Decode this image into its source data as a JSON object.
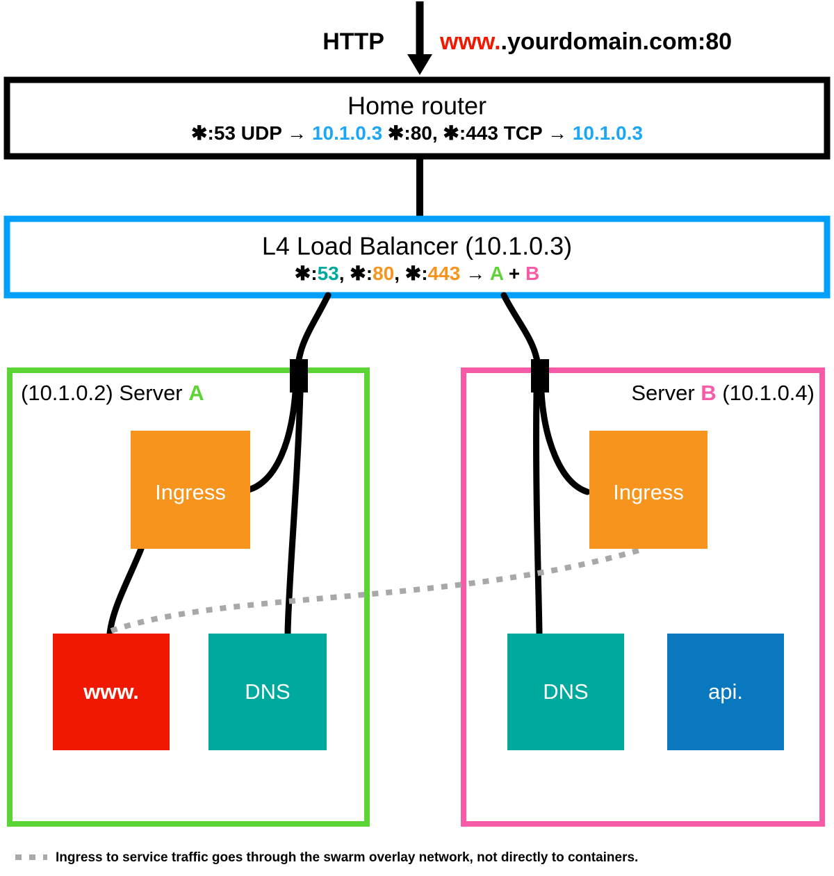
{
  "ingress_flow": {
    "protocol_label": "HTTP",
    "url_prefix": "www.",
    "url_rest": ".yourdomain.com:80",
    "arrow_icon": "down-arrow-icon"
  },
  "router": {
    "title": "Home router",
    "rules": [
      {
        "ports": "✱:53 UDP → ",
        "target": "10.1.0.3"
      },
      {
        "ports": "✱:80, ✱:443 TCP → ",
        "target": "10.1.0.3"
      }
    ],
    "rules_gap": "  "
  },
  "load_balancer": {
    "title": "L4 Load Balancer (10.1.0.3)",
    "rule_parts": [
      {
        "text": "✱:",
        "color_key": "black"
      },
      {
        "text": "53",
        "color_key": "teal"
      },
      {
        "text": ", ✱:",
        "color_key": "black"
      },
      {
        "text": "80",
        "color_key": "orange"
      },
      {
        "text": ", ✱:",
        "color_key": "black"
      },
      {
        "text": "443",
        "color_key": "orange"
      },
      {
        "text": " → ",
        "color_key": "black"
      },
      {
        "text": "A",
        "color_key": "green"
      },
      {
        "text": " + ",
        "color_key": "black"
      },
      {
        "text": "B",
        "color_key": "pink"
      }
    ]
  },
  "servers": [
    {
      "id": "server-a",
      "name": "Server",
      "letter": "A",
      "ip": "(10.1.0.2)",
      "label_order": "ip-first",
      "border_color": "#5DD436",
      "containers": [
        {
          "id": "ingress-a",
          "label": "Ingress",
          "color": "#F7941E"
        },
        {
          "id": "www-a",
          "label": "www.",
          "color": "#F01800"
        },
        {
          "id": "dns-a",
          "label": "DNS",
          "color": "#00A99D"
        }
      ]
    },
    {
      "id": "server-b",
      "name": "Server",
      "letter": "B",
      "ip": "(10.1.0.4)",
      "label_order": "name-first",
      "border_color": "#F75BA8",
      "containers": [
        {
          "id": "ingress-b",
          "label": "Ingress",
          "color": "#F7941E"
        },
        {
          "id": "dns-b",
          "label": "DNS",
          "color": "#00A99D"
        },
        {
          "id": "api-b",
          "label": "api.",
          "color": "#0A78BF"
        }
      ]
    }
  ],
  "legend": {
    "text": "Ingress to service traffic goes through the swarm overlay network, not directly to containers.",
    "line_style": "dotted",
    "line_color": "#A8A8A8"
  },
  "colors": {
    "accent_blue": "#00A0FA",
    "ip_blue": "#1BA7F5",
    "green": "#5DD436",
    "pink": "#F75BA8",
    "orange": "#F7941E",
    "teal": "#00A99D",
    "red": "#F01800",
    "api_blue": "#0A78BF",
    "black": "#000000",
    "dotted_gray": "#A8A8A8"
  }
}
